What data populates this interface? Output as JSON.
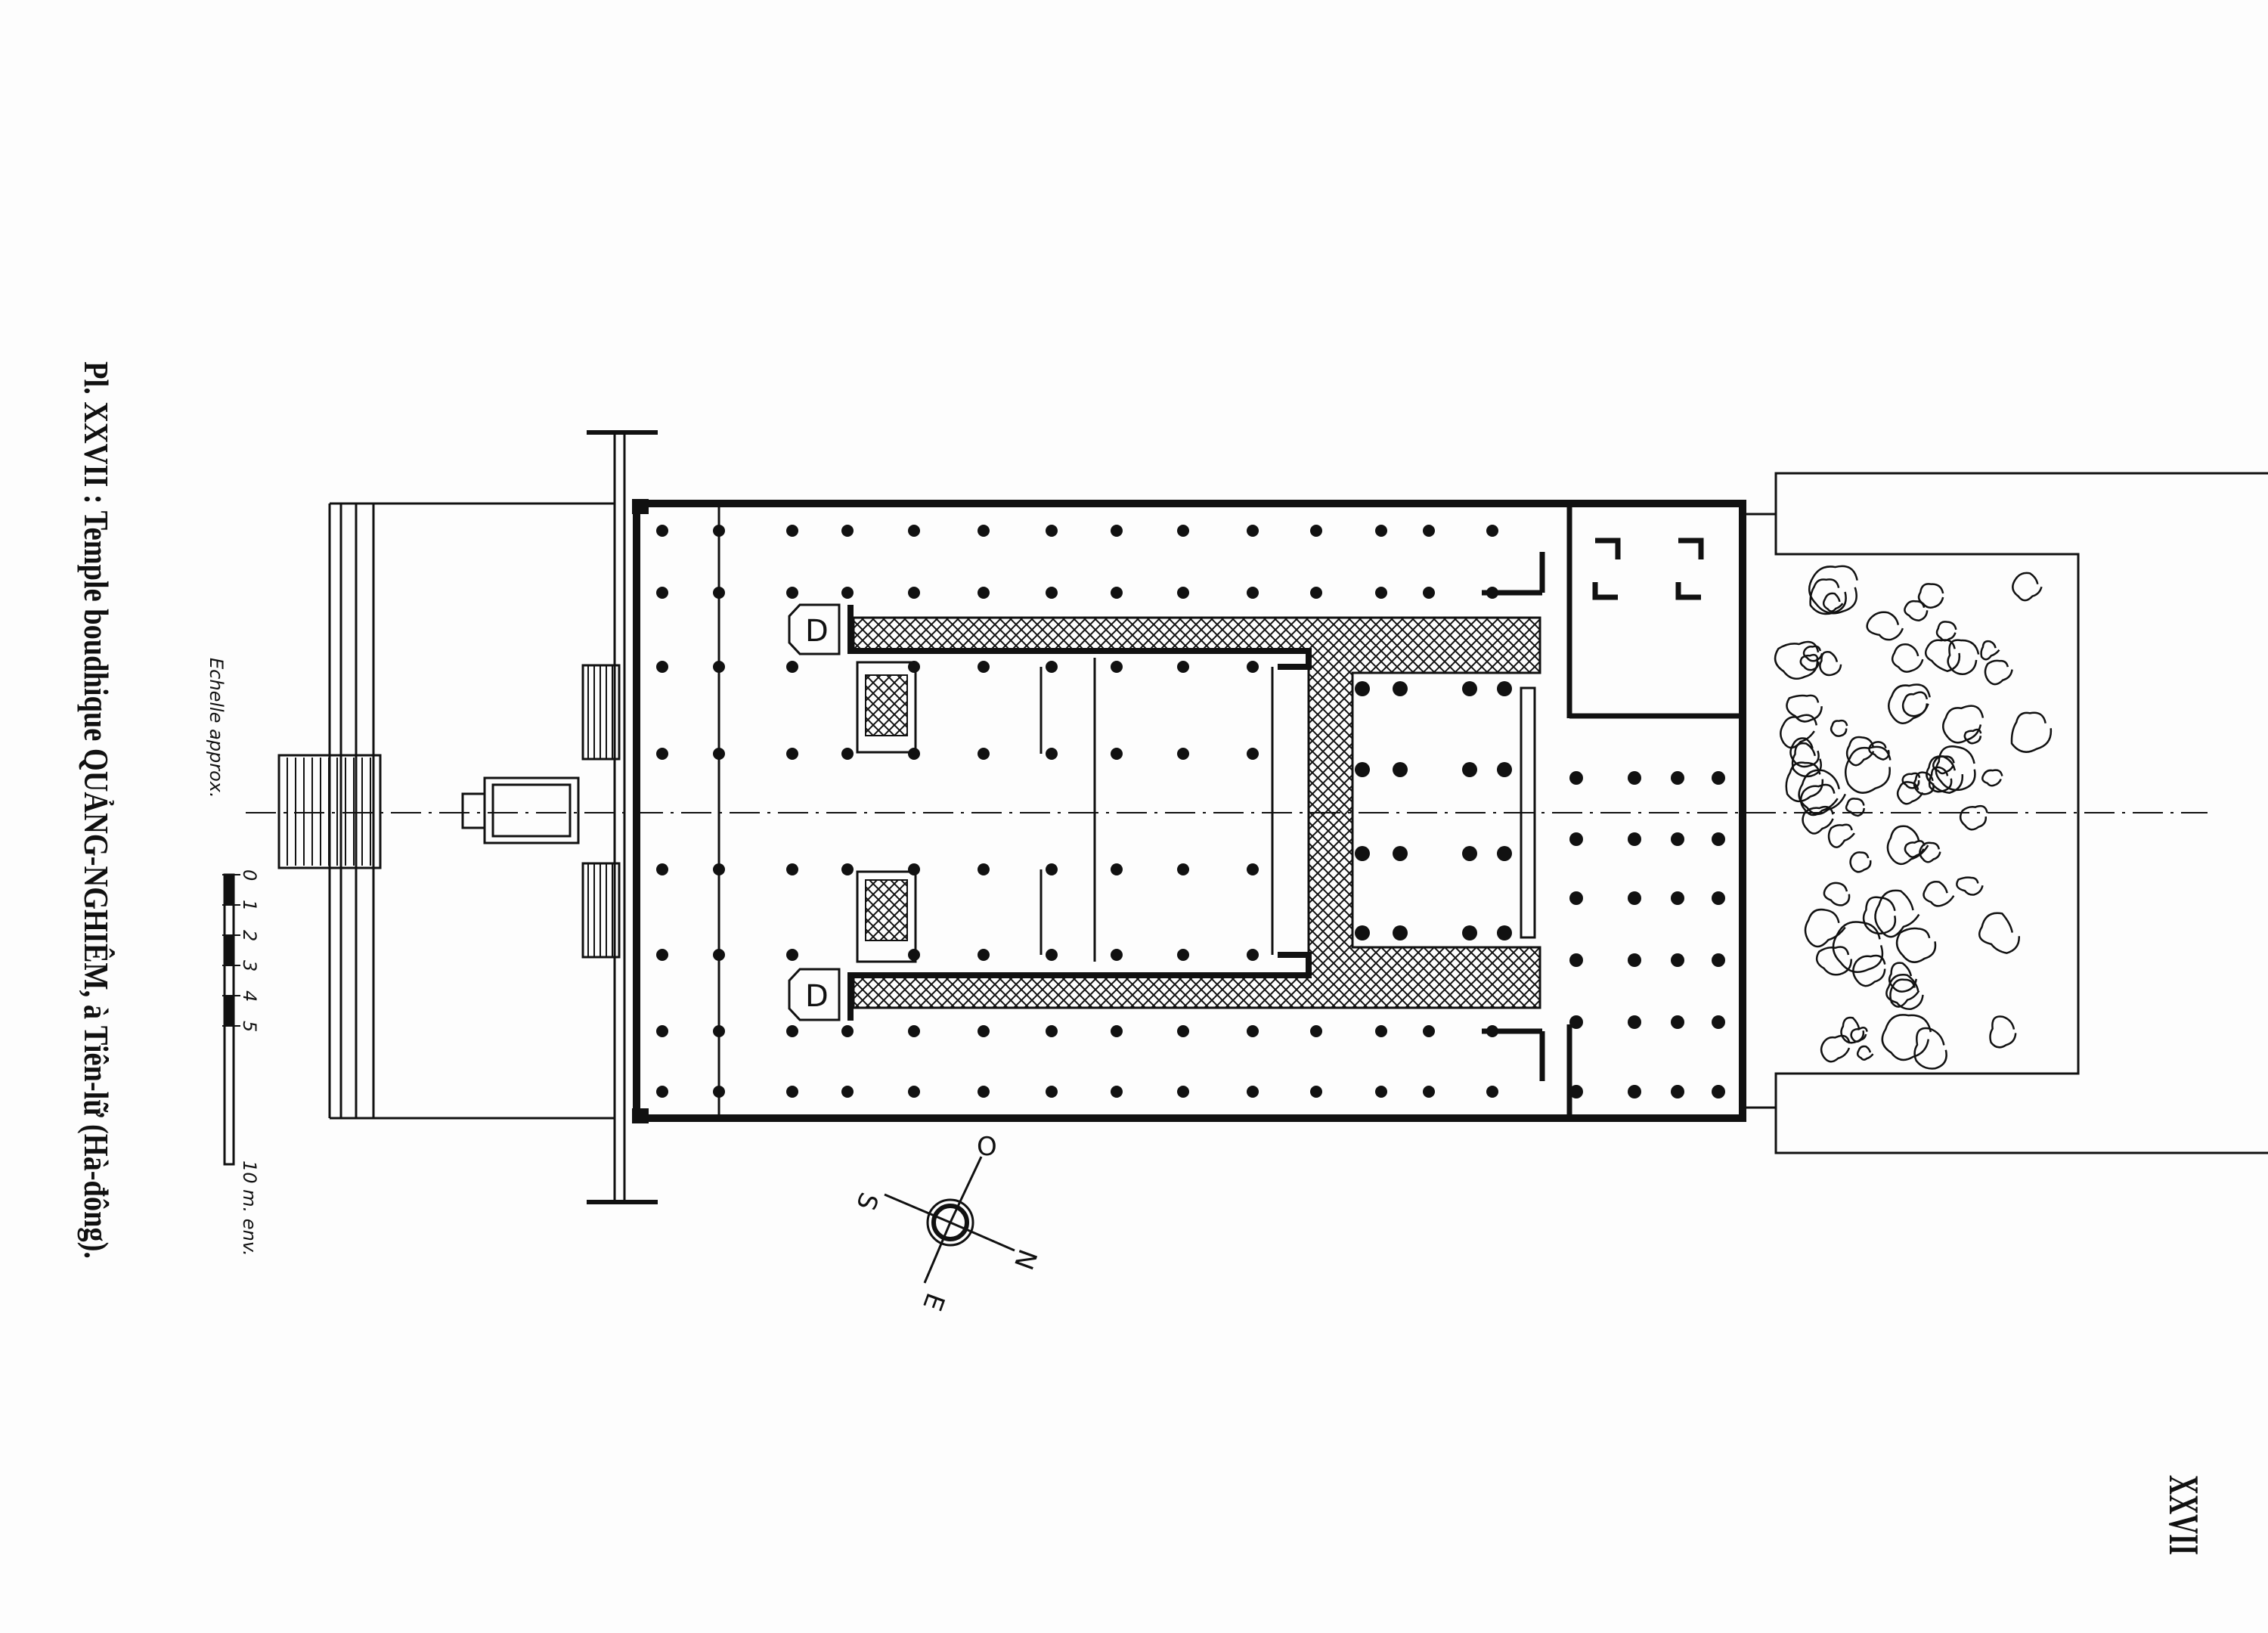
{
  "title": "Pl. XXVII : Temple boudhique QUẢNG-NGHIÊM, à Tiên-lữ (Hà-đông).",
  "plate_number": "XXVII",
  "scale": {
    "label": "Echelle approx.",
    "ticks": [
      "0",
      "1",
      "2",
      "3",
      "4",
      "5"
    ],
    "end_label": "10 m. env."
  },
  "compass": {
    "north": "N",
    "south": "S",
    "east": "E",
    "west": "O"
  },
  "altar_label": "D",
  "colors": {
    "ink": "#111111",
    "paper": "#fdfdfd"
  }
}
